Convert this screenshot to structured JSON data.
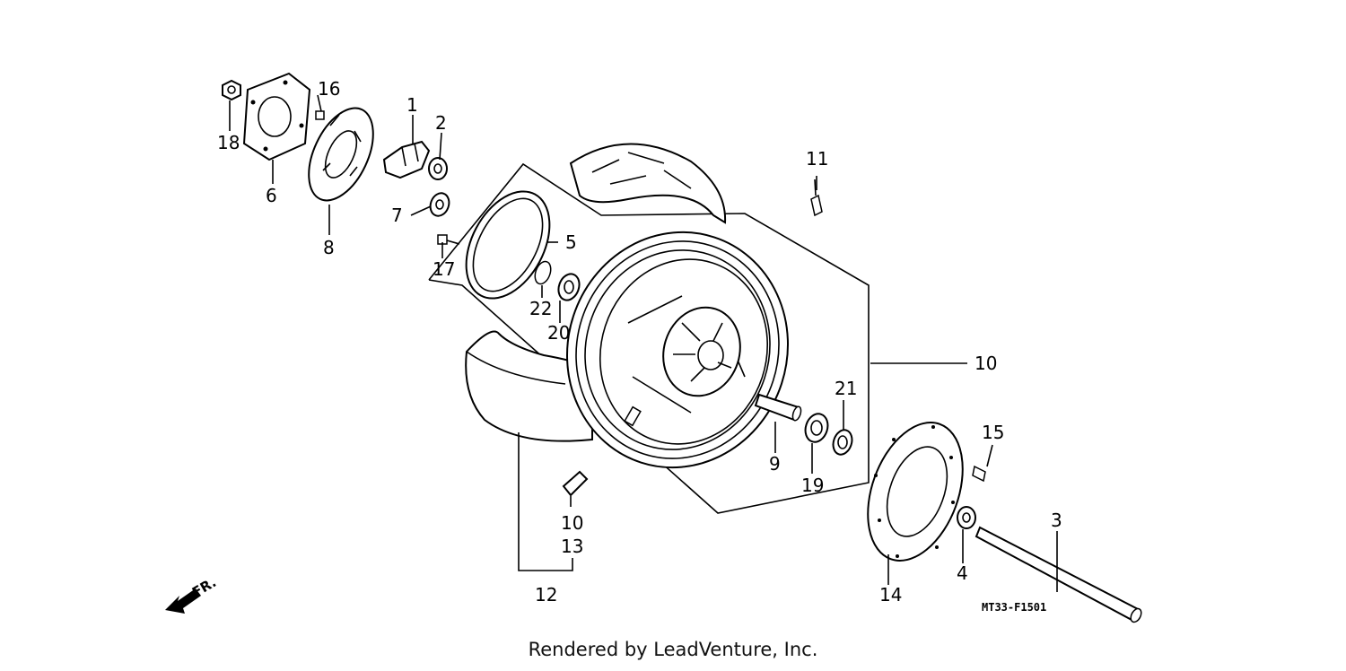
{
  "diagram": {
    "callouts": {
      "c1": "1",
      "c2": "2",
      "c3": "3",
      "c4": "4",
      "c5": "5",
      "c6": "6",
      "c7": "7",
      "c8": "8",
      "c9": "9",
      "c10": "10",
      "c10b": "10",
      "c11": "11",
      "c12": "12",
      "c13": "13",
      "c14": "14",
      "c15": "15",
      "c16": "16",
      "c17": "17",
      "c18": "18",
      "c19": "19",
      "c20": "20",
      "c21": "21",
      "c22": "22"
    },
    "direction_label": "FR.",
    "figure_code": "MT33-F1501"
  },
  "footer": {
    "credit": "Rendered by LeadVenture, Inc."
  }
}
